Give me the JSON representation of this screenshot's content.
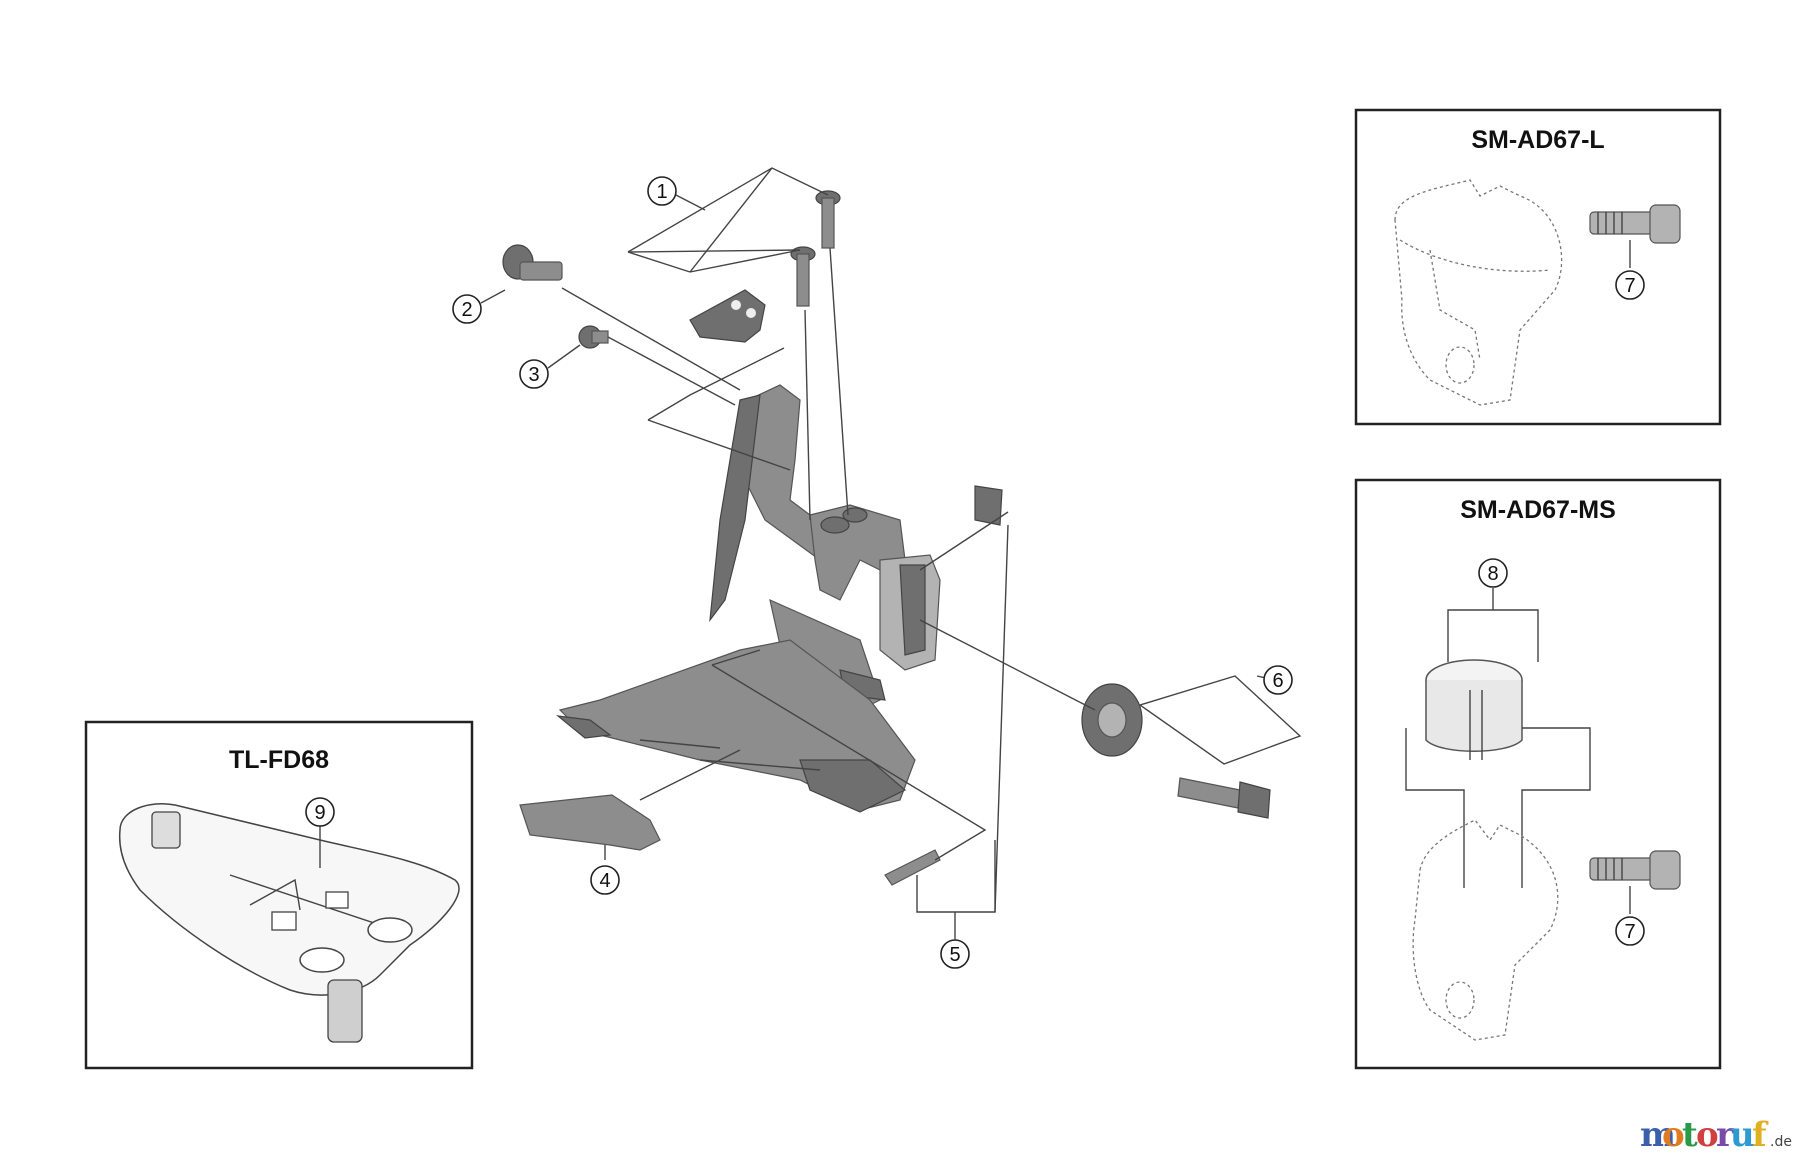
{
  "boxes": {
    "sm_ad67_l": {
      "title": "SM-AD67-L"
    },
    "sm_ad67_ms": {
      "title": "SM-AD67-MS"
    },
    "tl_fd68": {
      "title": "TL-FD68"
    }
  },
  "callouts": {
    "c1": "1",
    "c2": "2",
    "c3": "3",
    "c4": "4",
    "c5": "5",
    "c6": "6",
    "c7a": "7",
    "c7b": "7",
    "c8": "8",
    "c9": "9"
  },
  "watermark": {
    "letters": [
      "m",
      "o",
      "t",
      "o",
      "r",
      "u",
      "f"
    ],
    "letter_colors": [
      "#3b5fa8",
      "#e07b22",
      "#2a9a4a",
      "#d23f3f",
      "#7a4aa8",
      "#2f9ad0",
      "#e0b020"
    ],
    "suffix": ".de"
  },
  "icons": [
    "front-derailleur-icon",
    "clamp-band-icon",
    "bolt-icon",
    "tool-plate-icon"
  ]
}
